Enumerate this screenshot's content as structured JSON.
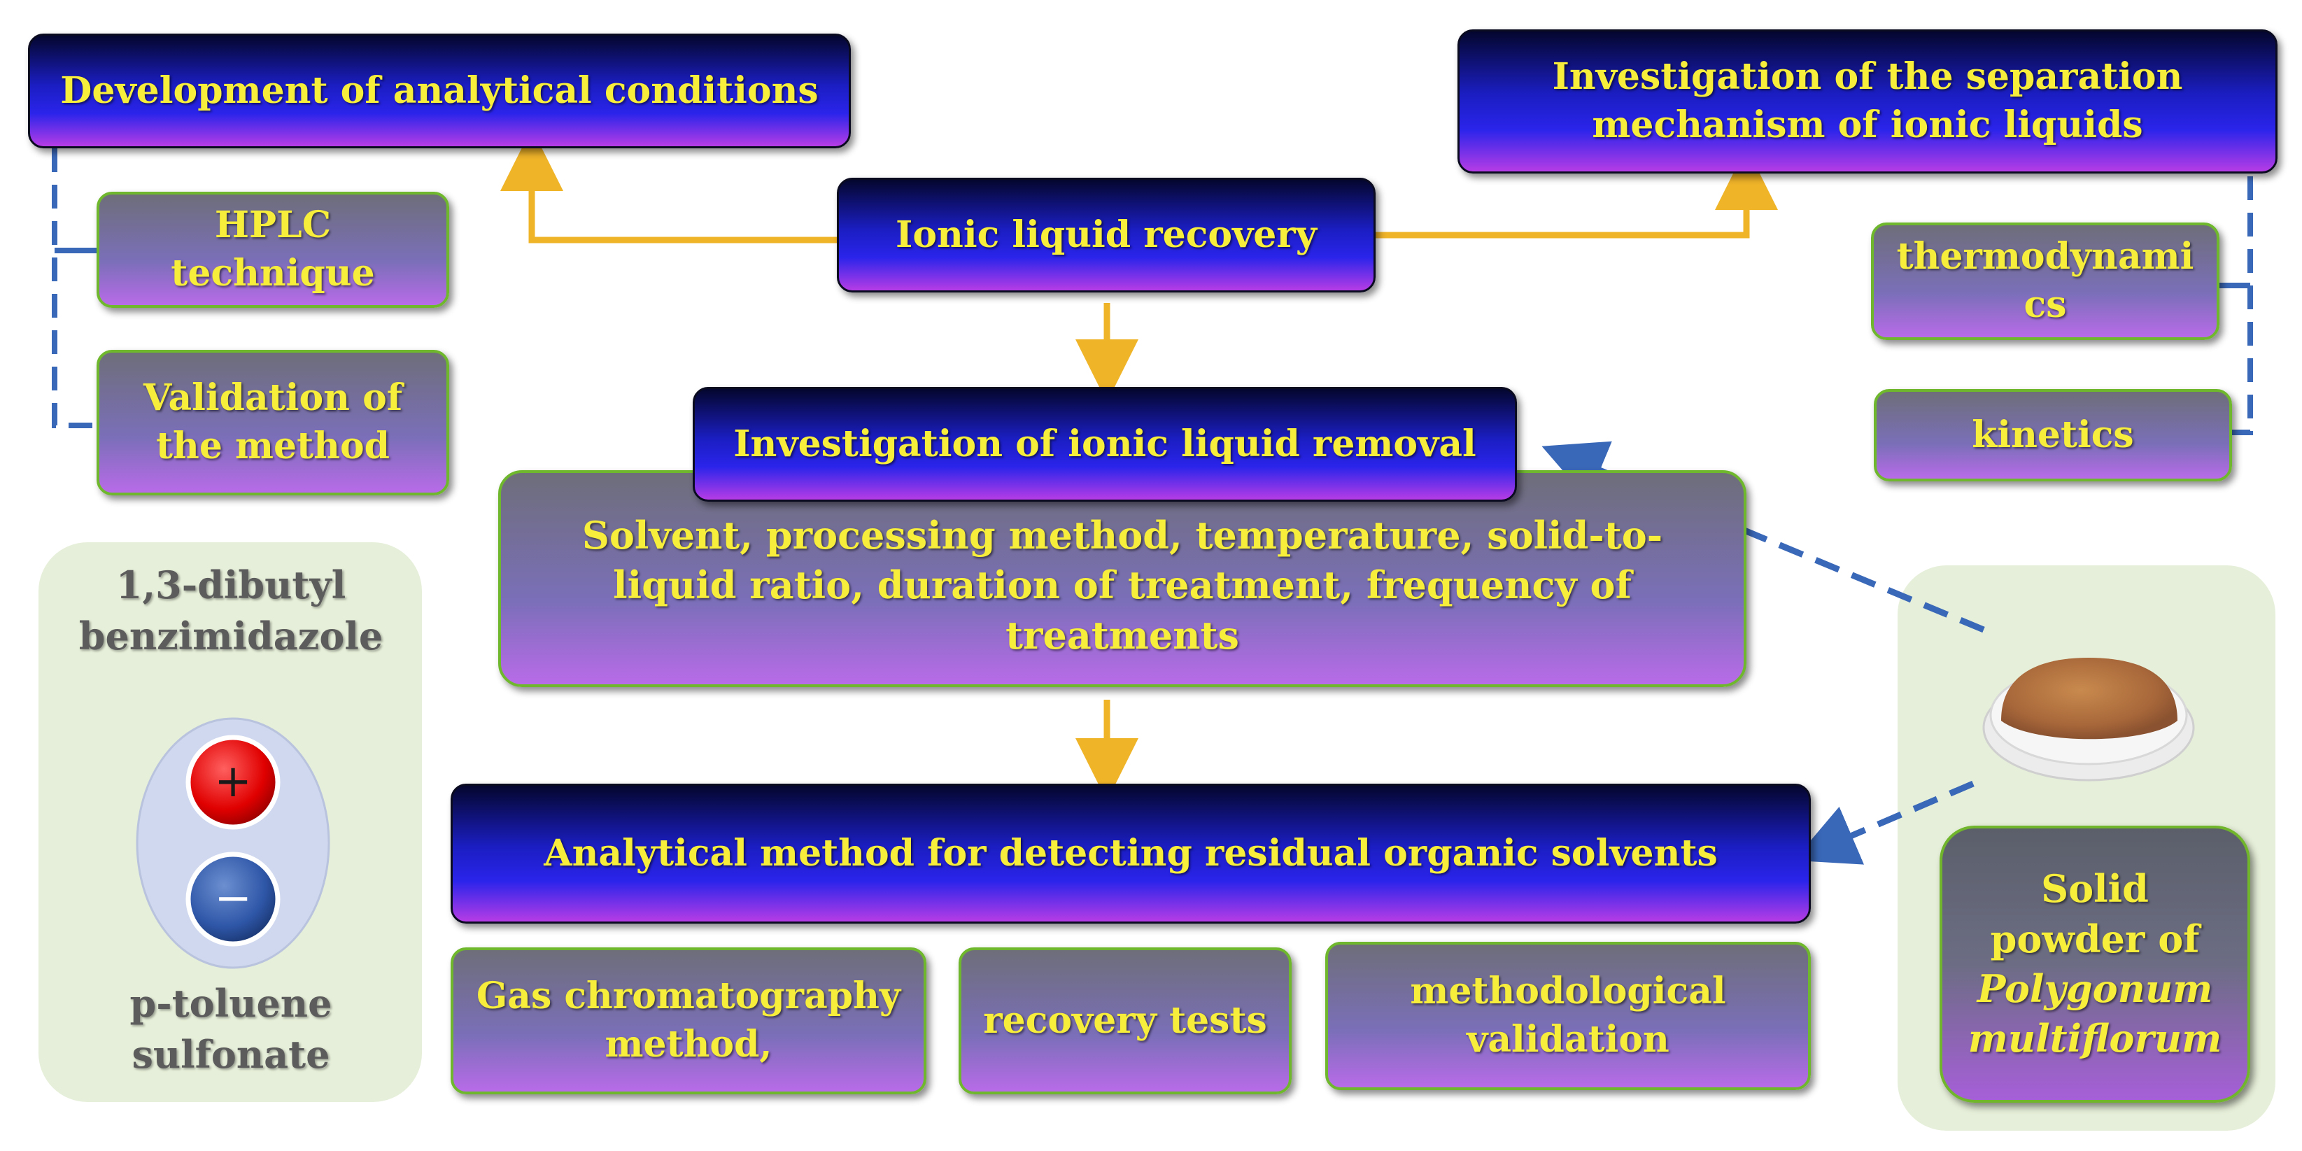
{
  "boxes": {
    "analytical_conditions": "Development of analytical conditions",
    "separation_mechanism": "Investigation of the separation mechanism of ionic liquids",
    "ionic_recovery": "Ionic liquid recovery",
    "hplc": "HPLC technique",
    "validation_method": "Validation of the method",
    "thermodynamics": "thermodynami cs",
    "kinetics": "kinetics",
    "removal": "Investigation of ionic liquid removal",
    "removal_factors": "Solvent, processing method, temperature, solid-to-liquid ratio, duration of treatment, frequency of treatments",
    "residual_method": "Analytical method for detecting residual organic solvents",
    "gc_method": "Gas chromatography method,",
    "recovery_tests": "recovery tests",
    "methodological_validation": "methodological validation"
  },
  "ionic_liquid": {
    "cation": "1,3-dibutyl benzimidazole",
    "anion": "p-toluene sulfonate",
    "plus": "+",
    "minus": "−"
  },
  "sample": {
    "line1": "Solid",
    "line2": "powder of",
    "line3": "Polygonum",
    "line4": "multiflorum"
  },
  "colors": {
    "arrow_orange": "#f0b429",
    "dashed_blue": "#3a68b8",
    "text_yellow": "#f6ee3a",
    "panel_green": "#e6efd9"
  }
}
